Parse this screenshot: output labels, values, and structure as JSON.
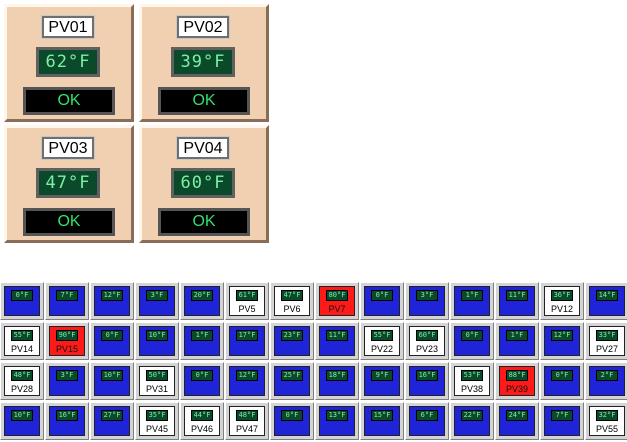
{
  "panels": [
    {
      "name": "PV01",
      "temp": "62°F",
      "status": "OK"
    },
    {
      "name": "PV02",
      "temp": "39°F",
      "status": "OK"
    },
    {
      "name": "PV03",
      "temp": "47°F",
      "status": "OK"
    },
    {
      "name": "PV04",
      "temp": "60°F",
      "status": "OK"
    }
  ],
  "grid": [
    {
      "label": "",
      "temp": "0°F",
      "color": "blue"
    },
    {
      "label": "",
      "temp": "7°F",
      "color": "blue"
    },
    {
      "label": "",
      "temp": "12°F",
      "color": "blue"
    },
    {
      "label": "",
      "temp": "3°F",
      "color": "blue"
    },
    {
      "label": "",
      "temp": "20°F",
      "color": "blue"
    },
    {
      "label": "PV5",
      "temp": "61°F",
      "color": "white"
    },
    {
      "label": "PV6",
      "temp": "47°F",
      "color": "white"
    },
    {
      "label": "PV7",
      "temp": "80°F",
      "color": "red"
    },
    {
      "label": "",
      "temp": "0°F",
      "color": "blue"
    },
    {
      "label": "",
      "temp": "3°F",
      "color": "blue"
    },
    {
      "label": "",
      "temp": "1°F",
      "color": "blue"
    },
    {
      "label": "",
      "temp": "11°F",
      "color": "blue"
    },
    {
      "label": "PV12",
      "temp": "36°F",
      "color": "white"
    },
    {
      "label": "",
      "temp": "14°F",
      "color": "blue"
    },
    {
      "label": "PV14",
      "temp": "55°F",
      "color": "white"
    },
    {
      "label": "PV15",
      "temp": "90°F",
      "color": "red"
    },
    {
      "label": "",
      "temp": "0°F",
      "color": "blue"
    },
    {
      "label": "",
      "temp": "10°F",
      "color": "blue"
    },
    {
      "label": "",
      "temp": "1°F",
      "color": "blue"
    },
    {
      "label": "",
      "temp": "17°F",
      "color": "blue"
    },
    {
      "label": "",
      "temp": "23°F",
      "color": "blue"
    },
    {
      "label": "",
      "temp": "11°F",
      "color": "blue"
    },
    {
      "label": "PV22",
      "temp": "55°F",
      "color": "white"
    },
    {
      "label": "PV23",
      "temp": "60°F",
      "color": "white"
    },
    {
      "label": "",
      "temp": "0°F",
      "color": "blue"
    },
    {
      "label": "",
      "temp": "1°F",
      "color": "blue"
    },
    {
      "label": "",
      "temp": "12°F",
      "color": "blue"
    },
    {
      "label": "PV27",
      "temp": "33°F",
      "color": "white"
    },
    {
      "label": "PV28",
      "temp": "48°F",
      "color": "white"
    },
    {
      "label": "",
      "temp": "3°F",
      "color": "blue"
    },
    {
      "label": "",
      "temp": "10°F",
      "color": "blue"
    },
    {
      "label": "PV31",
      "temp": "50°F",
      "color": "white"
    },
    {
      "label": "",
      "temp": "0°F",
      "color": "blue"
    },
    {
      "label": "",
      "temp": "12°F",
      "color": "blue"
    },
    {
      "label": "",
      "temp": "25°F",
      "color": "blue"
    },
    {
      "label": "",
      "temp": "18°F",
      "color": "blue"
    },
    {
      "label": "",
      "temp": "9°F",
      "color": "blue"
    },
    {
      "label": "",
      "temp": "16°F",
      "color": "blue"
    },
    {
      "label": "PV38",
      "temp": "53°F",
      "color": "white"
    },
    {
      "label": "PV39",
      "temp": "88°F",
      "color": "red"
    },
    {
      "label": "",
      "temp": "0°F",
      "color": "blue"
    },
    {
      "label": "",
      "temp": "2°F",
      "color": "blue"
    },
    {
      "label": "",
      "temp": "10°F",
      "color": "blue"
    },
    {
      "label": "",
      "temp": "16°F",
      "color": "blue"
    },
    {
      "label": "",
      "temp": "27°F",
      "color": "blue"
    },
    {
      "label": "PV45",
      "temp": "35°F",
      "color": "white"
    },
    {
      "label": "PV46",
      "temp": "44°F",
      "color": "white"
    },
    {
      "label": "PV47",
      "temp": "48°F",
      "color": "white"
    },
    {
      "label": "",
      "temp": "0°F",
      "color": "blue"
    },
    {
      "label": "",
      "temp": "13°F",
      "color": "blue"
    },
    {
      "label": "",
      "temp": "15°F",
      "color": "blue"
    },
    {
      "label": "",
      "temp": "6°F",
      "color": "blue"
    },
    {
      "label": "",
      "temp": "22°F",
      "color": "blue"
    },
    {
      "label": "",
      "temp": "24°F",
      "color": "blue"
    },
    {
      "label": "",
      "temp": "7°F",
      "color": "blue"
    },
    {
      "label": "PV55",
      "temp": "32°F",
      "color": "white"
    }
  ]
}
